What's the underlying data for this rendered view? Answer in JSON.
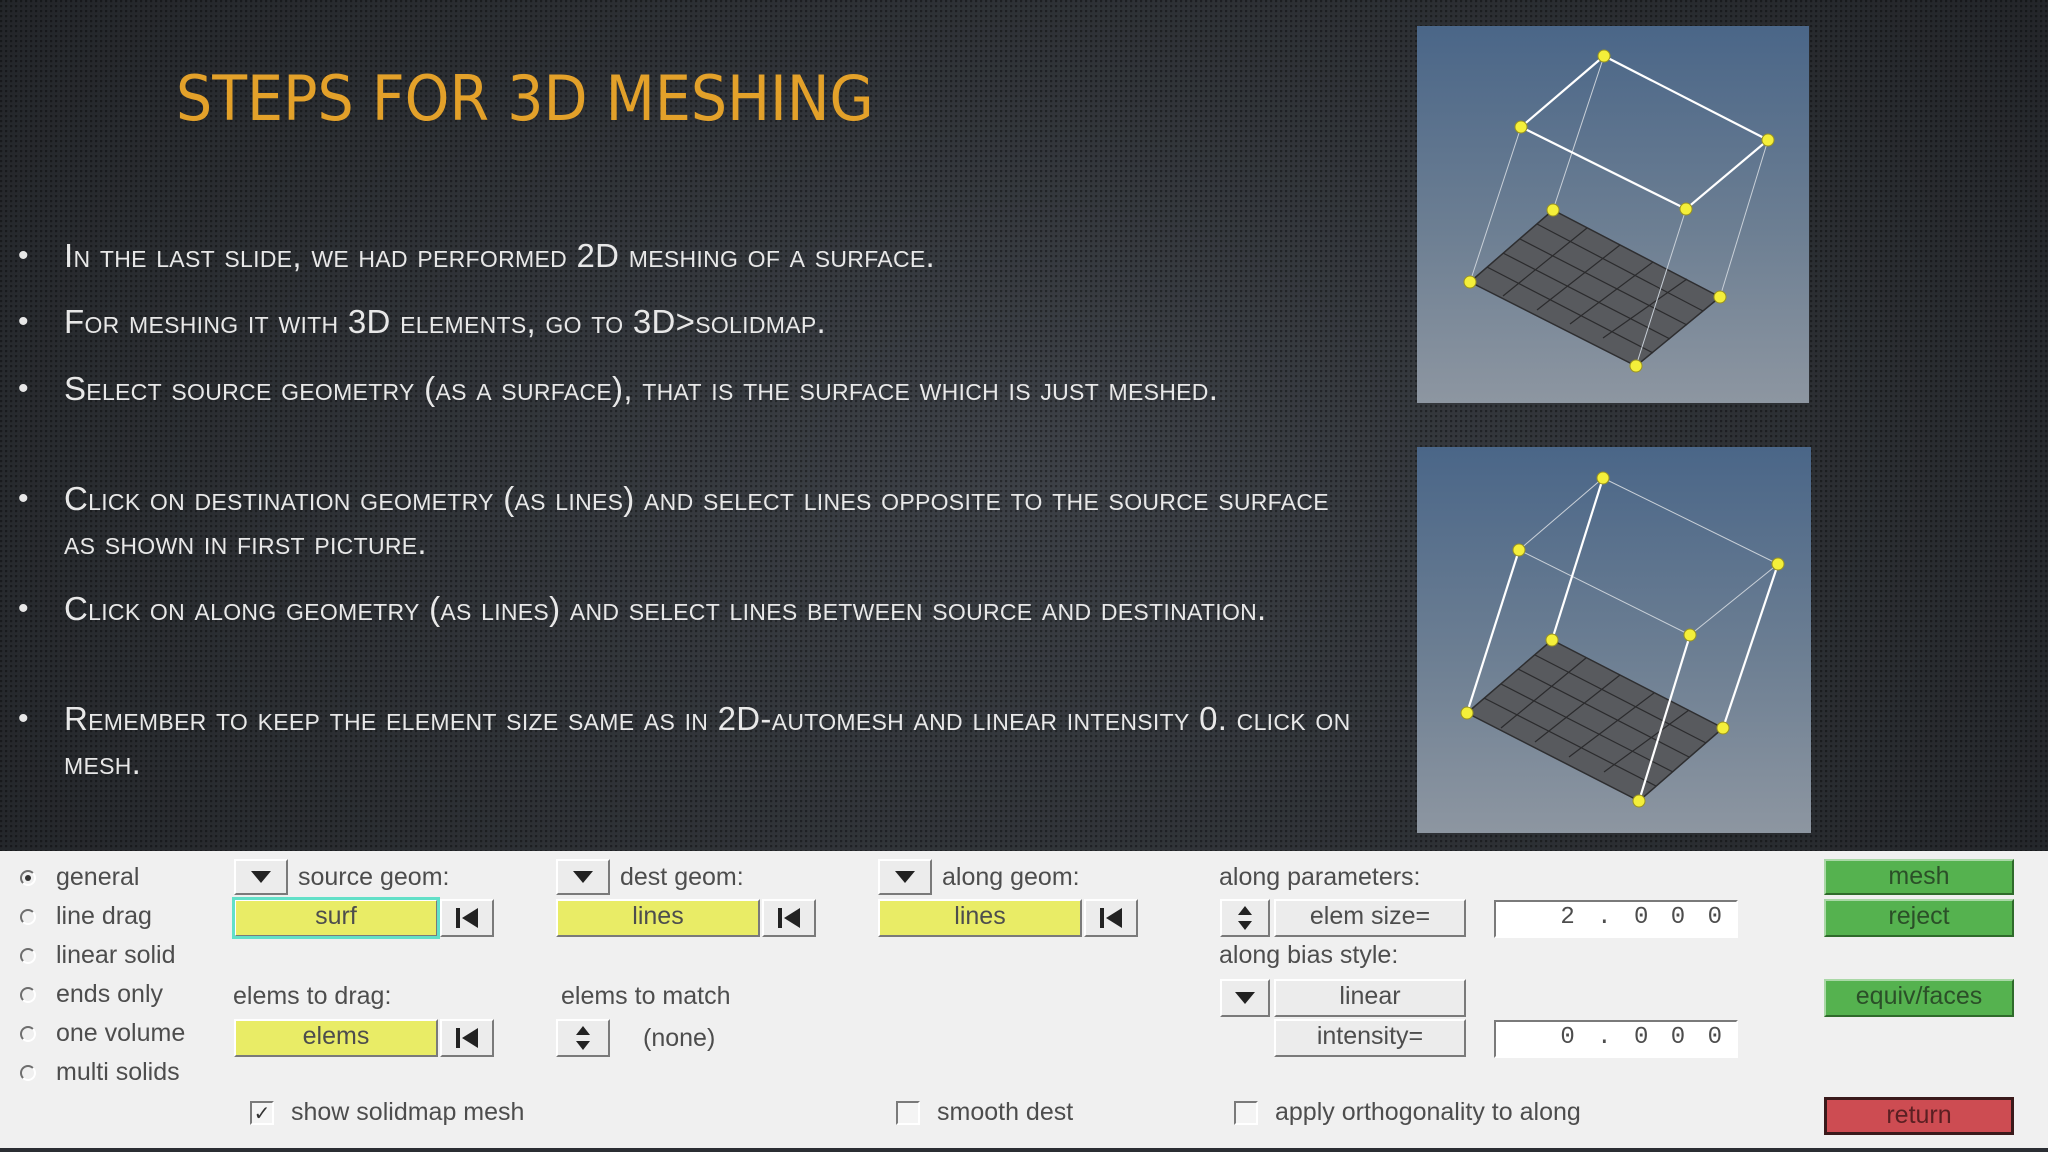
{
  "slide": {
    "title": "STEPS FOR 3D MESHING",
    "bullets": [
      "In the last slide, we had performed 2D meshing of a surface.",
      "For meshing it with 3D elements, go to 3D>solidmap.",
      "Select source geometry (as a surface), that is the surface which is just meshed.",
      "Click on destination geometry (as lines) and select lines opposite to the source surface as shown in first picture.",
      "Click on along geometry (as lines) and select lines between source and destination.",
      "Remember to keep the element size same as in 2D-automesh and linear intensity 0. click on mesh."
    ],
    "bullet_symbol": "•"
  },
  "panel": {
    "modes": [
      {
        "label": "general",
        "selected": true
      },
      {
        "label": "line drag",
        "selected": false
      },
      {
        "label": "linear solid",
        "selected": false
      },
      {
        "label": "ends only",
        "selected": false
      },
      {
        "label": "one volume",
        "selected": false
      },
      {
        "label": "multi solids",
        "selected": false
      }
    ],
    "source_geom": {
      "label": "source geom:",
      "value": "surf"
    },
    "dest_geom": {
      "label": "dest geom:",
      "value": "lines"
    },
    "along_geom": {
      "label": "along geom:",
      "value": "lines"
    },
    "elems_to_drag": {
      "label": "elems to drag:",
      "value": "elems"
    },
    "elems_to_match": {
      "label": "elems to match",
      "value": "(none)"
    },
    "along_parameters": {
      "label": "along parameters:",
      "elem_size_label": "elem size=",
      "elem_size_value": "2.000"
    },
    "along_bias_style": {
      "label": "along bias style:",
      "style": "linear",
      "intensity_label": "intensity=",
      "intensity_value": "0.000"
    },
    "show_solidmap_mesh": {
      "label": "show solidmap mesh",
      "checked": true
    },
    "smooth_dest": {
      "label": "smooth dest",
      "checked": false
    },
    "apply_orthogonality": {
      "label": "apply orthogonality to along",
      "checked": false
    },
    "buttons": {
      "mesh": "mesh",
      "reject": "reject",
      "equiv_faces": "equiv/faces",
      "return": "return"
    },
    "check_mark": "✓"
  },
  "colors": {
    "title": "#e3a12a",
    "selection_yellow": "#e9ec66",
    "active_outline": "#62e0c8",
    "green_button": "#55b24f",
    "return_button": "#cd4c52"
  }
}
